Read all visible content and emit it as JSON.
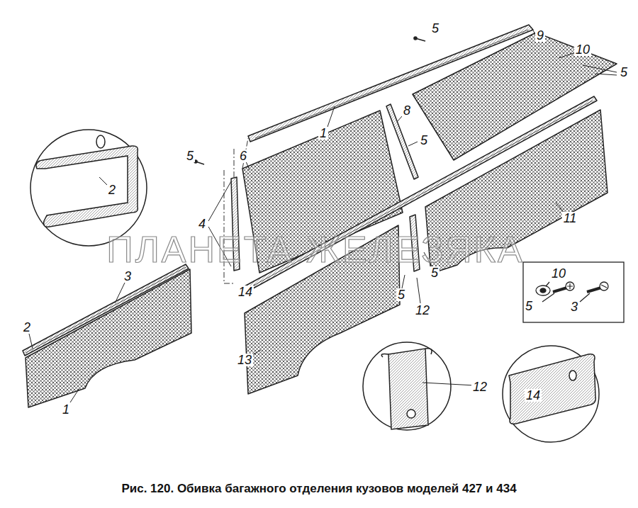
{
  "diagram": {
    "caption": "Рис. 120. Обивка багажного отделения кузовов моделей 427 и 434",
    "labels": [
      "5",
      "9",
      "10",
      "5",
      "1",
      "8",
      "5",
      "5",
      "6",
      "2",
      "4",
      "11",
      "3",
      "2",
      "5",
      "12",
      "5",
      "10",
      "5",
      "3",
      "14",
      "13",
      "1",
      "12",
      "14",
      "ПЛАНЕТА ЖЕЛЕЗЯКА"
    ]
  }
}
